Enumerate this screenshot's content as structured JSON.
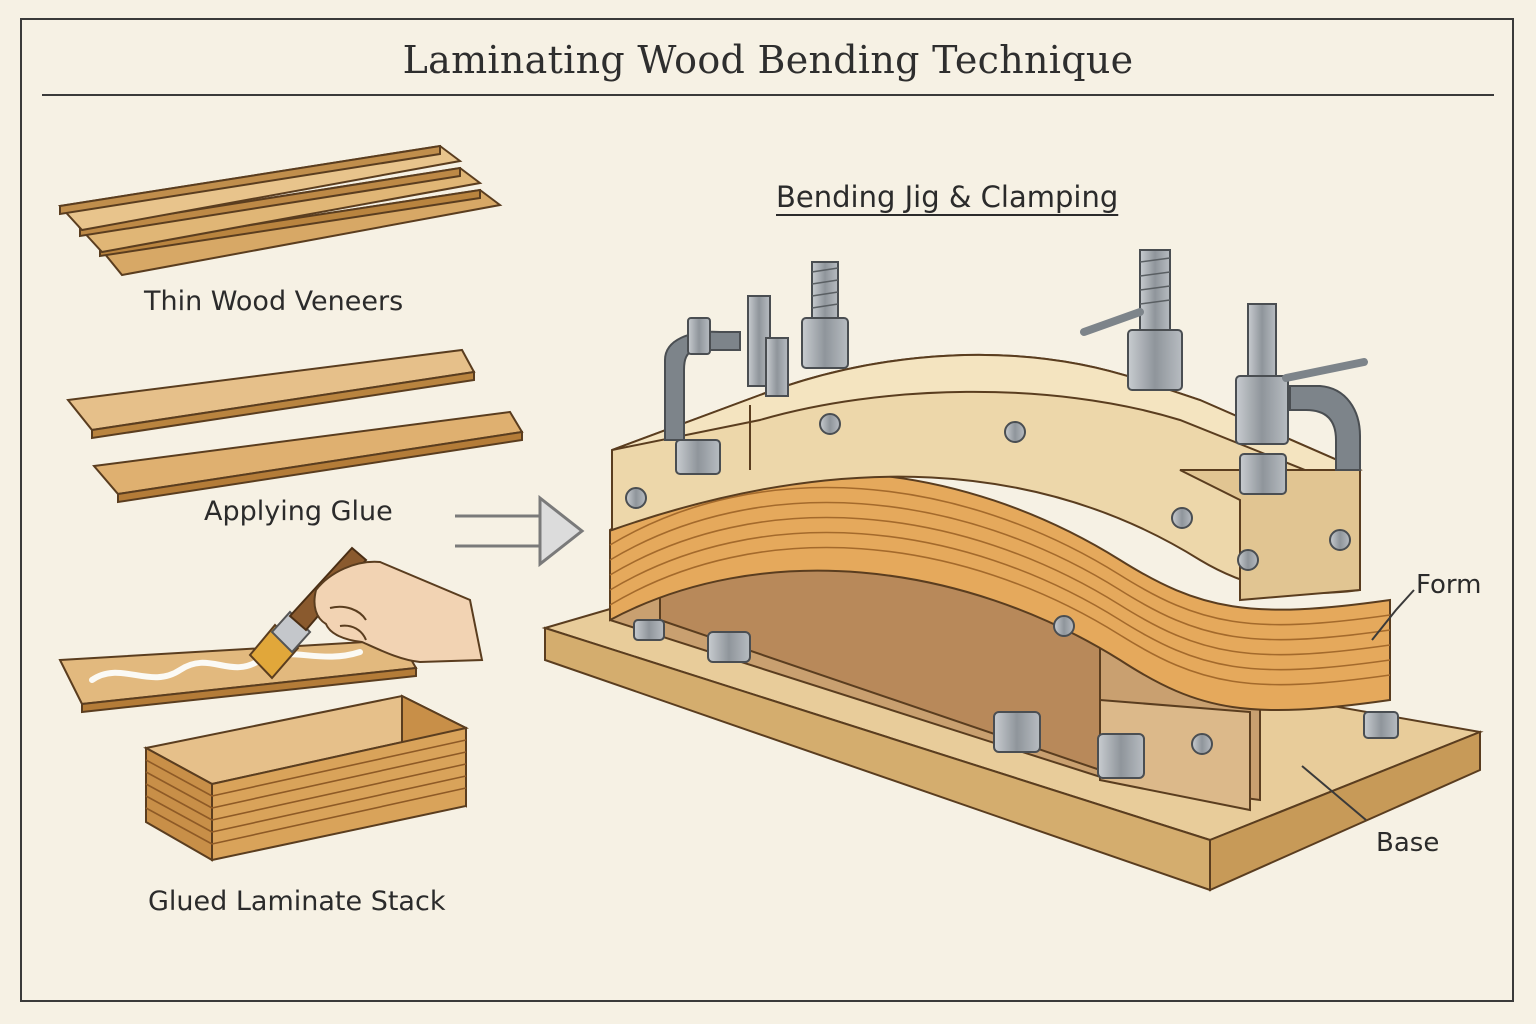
{
  "title": "Laminating Wood Bending Technique",
  "steps": {
    "veneers": "Thin Wood Veneers",
    "glue": "Applying Glue",
    "stack": "Glued Laminate Stack"
  },
  "jig": {
    "heading": "Bending Jig & Clamping",
    "form_label": "Form",
    "base_label": "Base"
  },
  "colors": {
    "background": "#f6f1e4",
    "wood_light": "#ead3a4",
    "wood_mid": "#d9aa66",
    "wood_dark": "#b97a3a",
    "steel": "#9aa0a6",
    "ink": "#2b2b2b"
  }
}
